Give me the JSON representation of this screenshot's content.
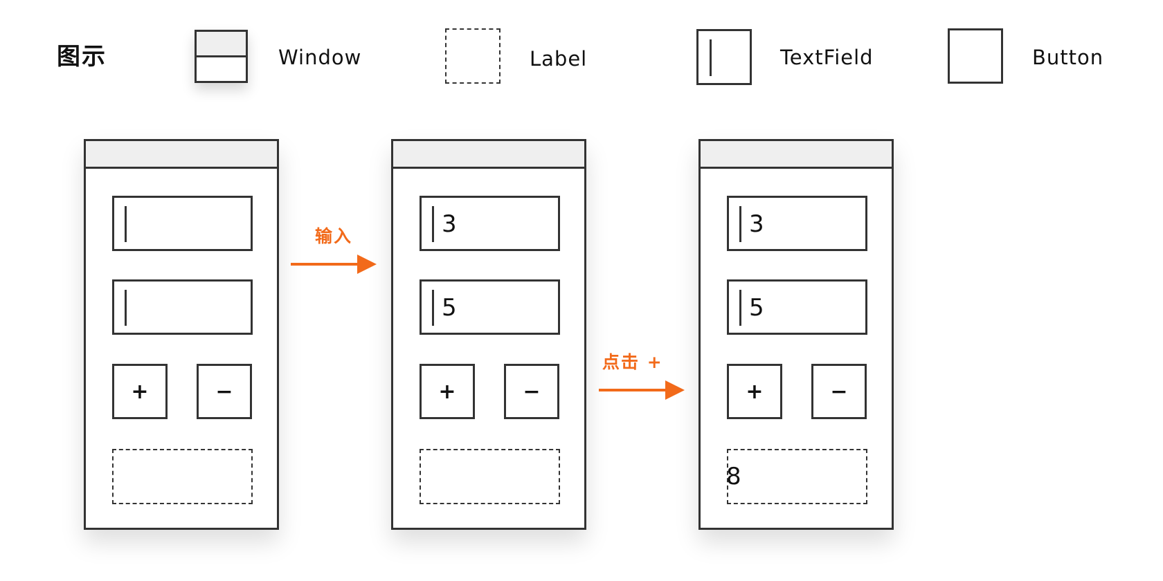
{
  "legend": {
    "title": "图示",
    "items": [
      {
        "label": "Window",
        "icon": "window-icon"
      },
      {
        "label": "Label",
        "icon": "label-icon"
      },
      {
        "label": "TextField",
        "icon": "textfield-icon"
      },
      {
        "label": "Button",
        "icon": "button-icon"
      }
    ]
  },
  "colors": {
    "accent": "#f26a1a",
    "border": "#333333",
    "titlebar": "#efefef"
  },
  "steps": [
    {
      "field1": "",
      "field2": "",
      "plus": "+",
      "minus": "−",
      "result": ""
    },
    {
      "field1": "3",
      "field2": "5",
      "plus": "+",
      "minus": "−",
      "result": ""
    },
    {
      "field1": "3",
      "field2": "5",
      "plus": "+",
      "minus": "−",
      "result": "8"
    }
  ],
  "arrows": [
    {
      "label": "输入"
    },
    {
      "label": "点击 +"
    }
  ]
}
